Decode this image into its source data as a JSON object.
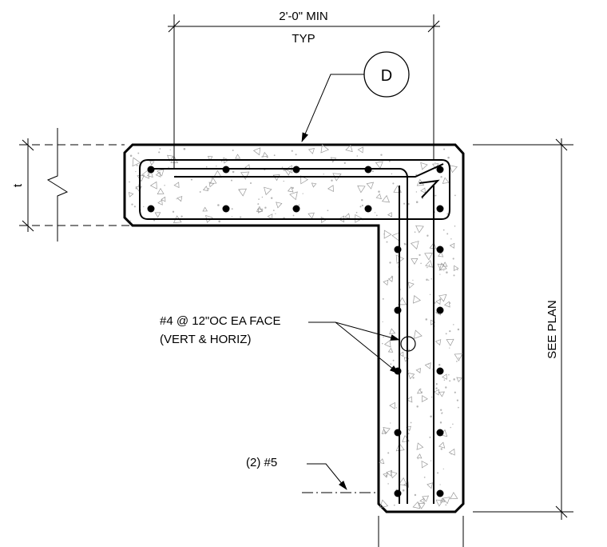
{
  "detail": {
    "dimension_top_line1": "2'-0\" MIN",
    "dimension_top_line2": "TYP",
    "section_tag": "D",
    "thickness_label": "t",
    "side_dimension": "SEE PLAN",
    "rebar_note_line1": "#4 @ 12\"OC EA FACE",
    "rebar_note_line2": "(VERT & HORIZ)",
    "corner_bars_note": "(2) #5"
  }
}
